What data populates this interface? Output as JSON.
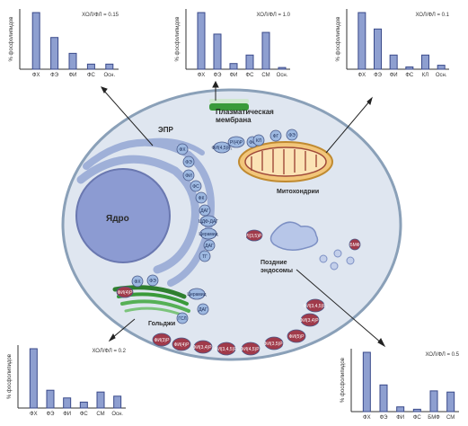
{
  "colors": {
    "bar_fill": "#8e9fd0",
    "bar_stroke": "#3a4a8a",
    "cell_fill": "#dfe6f0",
    "cell_stroke": "#8aa0b8",
    "nucleus": "#8c9bd2",
    "er": "#9fb0d8",
    "mito_outer": "#f2c67a",
    "golgi": "#3a9a3a",
    "lipid_blue": "#9db8e0",
    "lipid_red": "#a03a4a"
  },
  "labels": {
    "nucleus": "Ядро",
    "er": "ЭПР",
    "plasma_membrane": "Плазматическая мембрана",
    "mitochondria": "Митохондрии",
    "golgi": "Гольджи",
    "late_endosomes": "Поздние эндосомы"
  },
  "chart_data": [
    {
      "type": "bar",
      "ratio_label": "ХОЛ/ФЛ = 0.15",
      "ylabel": "% фосфолипидов",
      "categories": [
        "ФХ",
        "ФЭ",
        "ФИ",
        "ФС",
        "Осн."
      ],
      "values": [
        100,
        56,
        28,
        9,
        9
      ]
    },
    {
      "type": "bar",
      "ratio_label": "ХОЛ/ФЛ = 1.0",
      "ylabel": "% фосфолипидов",
      "categories": [
        "ФХ",
        "ФЭ",
        "ФИ",
        "ФС",
        "СМ",
        "Осн."
      ],
      "values": [
        100,
        62,
        10,
        25,
        65,
        3
      ]
    },
    {
      "type": "bar",
      "ratio_label": "ХОЛ/ФЛ = 0.1",
      "ylabel": "% фосфолипидов",
      "categories": [
        "ФХ",
        "ФЭ",
        "ФИ",
        "ФС",
        "КЛ",
        "Осн."
      ],
      "values": [
        100,
        71,
        25,
        4,
        25,
        7
      ]
    },
    {
      "type": "bar",
      "ratio_label": "ХОЛ/ФЛ = 0.2",
      "ylabel": "% фосфолипидов",
      "categories": [
        "ФХ",
        "ФЭ",
        "ФИ",
        "ФС",
        "СМ",
        "Осн."
      ],
      "values": [
        100,
        30,
        17,
        10,
        27,
        20
      ]
    },
    {
      "type": "bar",
      "ratio_label": "ХОЛ/ФЛ = 0.5",
      "ylabel": "% фосфолипидов",
      "categories": [
        "ФХ",
        "ФЭ",
        "ФИ",
        "ФС",
        "БМФ",
        "СМ"
      ],
      "values": [
        100,
        45,
        8,
        4,
        35,
        33
      ]
    }
  ],
  "er_lipids": [
    "ФХ",
    "ФЭ",
    "ФИ",
    "ФС",
    "ФК",
    "ДАГ",
    "ЦДФ-ДАГ",
    "Церамид",
    "ДАГ",
    "ТГ"
  ],
  "pm_lipids": [
    "ФИ(4,5)P₂",
    "PI(4)P",
    "ФС"
  ],
  "mito_lipids": [
    "КЛ",
    "ФГ",
    "ФЭ"
  ],
  "golgi_lipids": [
    "ФИ(4)P",
    "ФХ",
    "ФЭ",
    "Церамид",
    "ДАГ",
    "ГСЛ"
  ],
  "endo_lipids": [
    "PI(3,5)P₂",
    "БМФ"
  ],
  "bottom_lipids": [
    "ФИ(3)P",
    "ФИ(4)P",
    "ФИ(3,4)P₂",
    "ФИ(3,4,5)P₃",
    "ФИ(4,5)P₂",
    "ФИ(3,5)P₂",
    "ФИ(5)P",
    "ФИ(3,4)P₂",
    "ФИ(3,4,5)P₃"
  ]
}
